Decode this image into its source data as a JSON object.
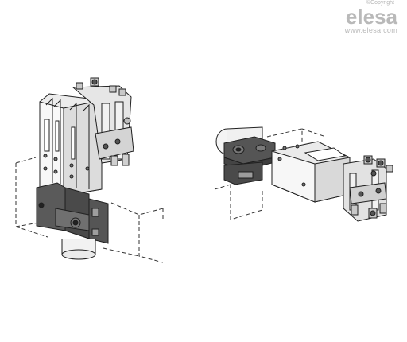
{
  "brand": {
    "copyright": "©Copyright",
    "logo": "elesa",
    "website": "www.elesa.com"
  },
  "colors": {
    "metal_light": "#f2f2f2",
    "metal_mid": "#d9d9d9",
    "metal_dark": "#9a9a9a",
    "clamp_dark": "#4a4a4a",
    "outline": "#1f1f1f",
    "watermark": "#b9b9b9"
  },
  "illustrations": [
    {
      "name": "vertical-clamp-assembly",
      "orientation": "vertical"
    },
    {
      "name": "horizontal-clamp-assembly",
      "orientation": "horizontal"
    }
  ]
}
